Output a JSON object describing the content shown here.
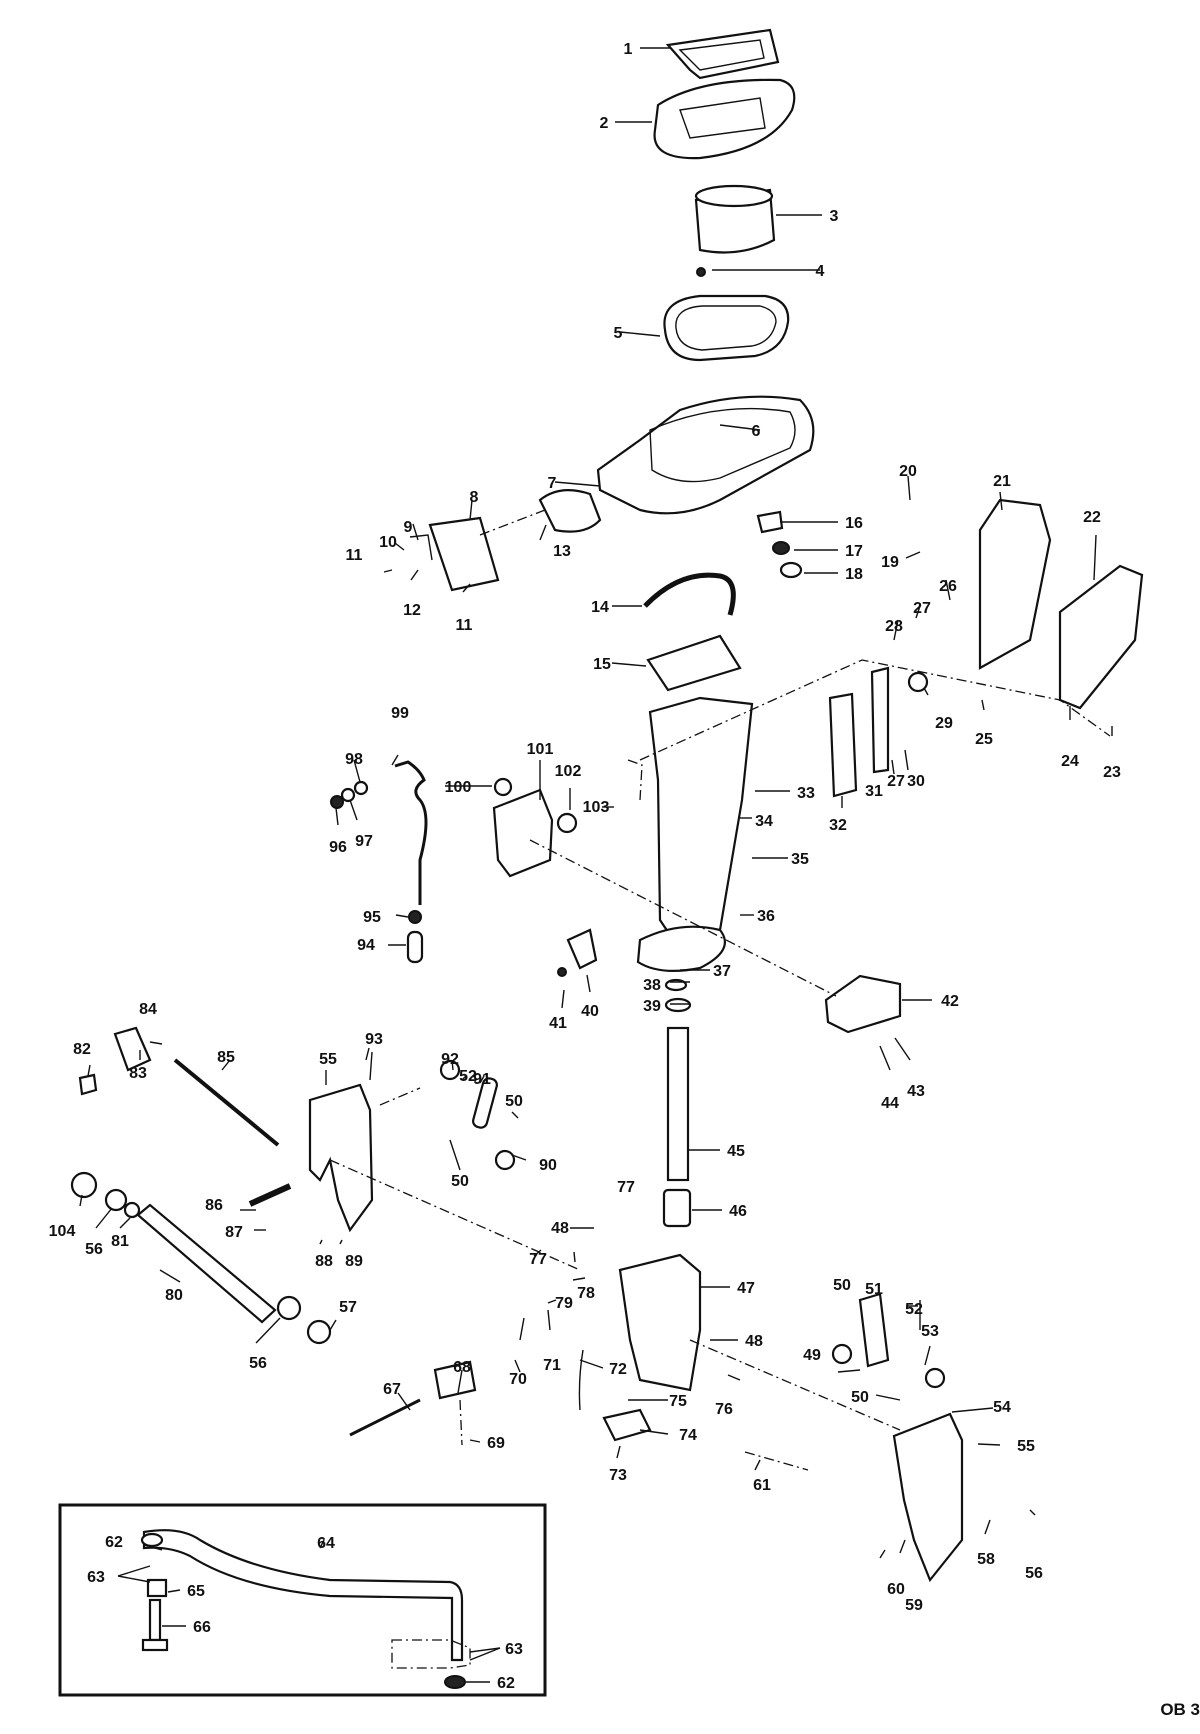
{
  "figure": {
    "code": "OB 3",
    "callouts": [
      {
        "id": "c1",
        "text": "1"
      },
      {
        "id": "c2",
        "text": "2"
      },
      {
        "id": "c3",
        "text": "3"
      },
      {
        "id": "c4",
        "text": "4"
      },
      {
        "id": "c5",
        "text": "5"
      },
      {
        "id": "c6",
        "text": "6"
      },
      {
        "id": "c7",
        "text": "7"
      },
      {
        "id": "c8",
        "text": "8"
      },
      {
        "id": "c9",
        "text": "9"
      },
      {
        "id": "c10",
        "text": "10"
      },
      {
        "id": "c11a",
        "text": "11"
      },
      {
        "id": "c11b",
        "text": "11"
      },
      {
        "id": "c12",
        "text": "12"
      },
      {
        "id": "c13",
        "text": "13"
      },
      {
        "id": "c14",
        "text": "14"
      },
      {
        "id": "c15",
        "text": "15"
      },
      {
        "id": "c16",
        "text": "16"
      },
      {
        "id": "c17",
        "text": "17"
      },
      {
        "id": "c18",
        "text": "18"
      },
      {
        "id": "c19",
        "text": "19"
      },
      {
        "id": "c20",
        "text": "20"
      },
      {
        "id": "c21",
        "text": "21"
      },
      {
        "id": "c22",
        "text": "22"
      },
      {
        "id": "c23",
        "text": "23"
      },
      {
        "id": "c24",
        "text": "24"
      },
      {
        "id": "c25",
        "text": "25"
      },
      {
        "id": "c26",
        "text": "26"
      },
      {
        "id": "c27a",
        "text": "27"
      },
      {
        "id": "c27b",
        "text": "27"
      },
      {
        "id": "c28",
        "text": "28"
      },
      {
        "id": "c29",
        "text": "29"
      },
      {
        "id": "c30",
        "text": "30"
      },
      {
        "id": "c31",
        "text": "31"
      },
      {
        "id": "c32",
        "text": "32"
      },
      {
        "id": "c33",
        "text": "33"
      },
      {
        "id": "c34",
        "text": "34"
      },
      {
        "id": "c35",
        "text": "35"
      },
      {
        "id": "c36",
        "text": "36"
      },
      {
        "id": "c37",
        "text": "37"
      },
      {
        "id": "c38",
        "text": "38"
      },
      {
        "id": "c39",
        "text": "39"
      },
      {
        "id": "c40",
        "text": "40"
      },
      {
        "id": "c41",
        "text": "41"
      },
      {
        "id": "c42",
        "text": "42"
      },
      {
        "id": "c43",
        "text": "43"
      },
      {
        "id": "c44",
        "text": "44"
      },
      {
        "id": "c45",
        "text": "45"
      },
      {
        "id": "c46",
        "text": "46"
      },
      {
        "id": "c47",
        "text": "47"
      },
      {
        "id": "c48a",
        "text": "48"
      },
      {
        "id": "c48b",
        "text": "48"
      },
      {
        "id": "c49",
        "text": "49"
      },
      {
        "id": "c50a",
        "text": "50"
      },
      {
        "id": "c50b",
        "text": "50"
      },
      {
        "id": "c50c",
        "text": "50"
      },
      {
        "id": "c50d",
        "text": "50"
      },
      {
        "id": "c51",
        "text": "51"
      },
      {
        "id": "c52a",
        "text": "52"
      },
      {
        "id": "c52b",
        "text": "52"
      },
      {
        "id": "c53",
        "text": "53"
      },
      {
        "id": "c54",
        "text": "54"
      },
      {
        "id": "c55a",
        "text": "55"
      },
      {
        "id": "c55b",
        "text": "55"
      },
      {
        "id": "c56a",
        "text": "56"
      },
      {
        "id": "c56b",
        "text": "56"
      },
      {
        "id": "c56c",
        "text": "56"
      },
      {
        "id": "c57",
        "text": "57"
      },
      {
        "id": "c58",
        "text": "58"
      },
      {
        "id": "c59",
        "text": "59"
      },
      {
        "id": "c60",
        "text": "60"
      },
      {
        "id": "c61",
        "text": "61"
      },
      {
        "id": "c62a",
        "text": "62"
      },
      {
        "id": "c62b",
        "text": "62"
      },
      {
        "id": "c63a",
        "text": "63"
      },
      {
        "id": "c63b",
        "text": "63"
      },
      {
        "id": "c64",
        "text": "64"
      },
      {
        "id": "c65",
        "text": "65"
      },
      {
        "id": "c66",
        "text": "66"
      },
      {
        "id": "c67",
        "text": "67"
      },
      {
        "id": "c68",
        "text": "68"
      },
      {
        "id": "c69",
        "text": "69"
      },
      {
        "id": "c70",
        "text": "70"
      },
      {
        "id": "c71",
        "text": "71"
      },
      {
        "id": "c72",
        "text": "72"
      },
      {
        "id": "c73",
        "text": "73"
      },
      {
        "id": "c74",
        "text": "74"
      },
      {
        "id": "c75",
        "text": "75"
      },
      {
        "id": "c76",
        "text": "76"
      },
      {
        "id": "c77a",
        "text": "77"
      },
      {
        "id": "c77b",
        "text": "77"
      },
      {
        "id": "c78",
        "text": "78"
      },
      {
        "id": "c79",
        "text": "79"
      },
      {
        "id": "c80",
        "text": "80"
      },
      {
        "id": "c81",
        "text": "81"
      },
      {
        "id": "c82",
        "text": "82"
      },
      {
        "id": "c83",
        "text": "83"
      },
      {
        "id": "c84",
        "text": "84"
      },
      {
        "id": "c85",
        "text": "85"
      },
      {
        "id": "c86",
        "text": "86"
      },
      {
        "id": "c87",
        "text": "87"
      },
      {
        "id": "c88",
        "text": "88"
      },
      {
        "id": "c89",
        "text": "89"
      },
      {
        "id": "c90",
        "text": "90"
      },
      {
        "id": "c91",
        "text": "91"
      },
      {
        "id": "c92",
        "text": "92"
      },
      {
        "id": "c93",
        "text": "93"
      },
      {
        "id": "c94",
        "text": "94"
      },
      {
        "id": "c95",
        "text": "95"
      },
      {
        "id": "c96",
        "text": "96"
      },
      {
        "id": "c97",
        "text": "97"
      },
      {
        "id": "c98",
        "text": "98"
      },
      {
        "id": "c99",
        "text": "99"
      },
      {
        "id": "c100",
        "text": "100"
      },
      {
        "id": "c101",
        "text": "101"
      },
      {
        "id": "c102",
        "text": "102"
      },
      {
        "id": "c103",
        "text": "103"
      },
      {
        "id": "c104",
        "text": "104"
      }
    ]
  }
}
